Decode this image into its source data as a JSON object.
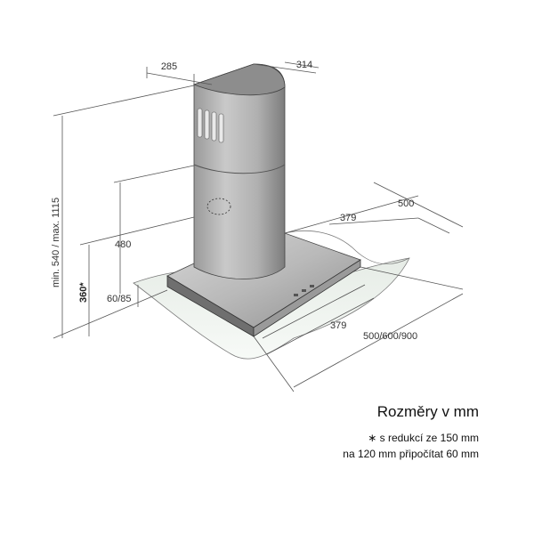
{
  "dimensions": {
    "top_width": "285",
    "top_depth": "314",
    "height_range": "min. 540 / max. 1115",
    "reduced_height": "360*",
    "chimney_lower": "480",
    "canopy_edge": "60/85",
    "canopy_depth": "500",
    "canopy_inner_depth": "379",
    "front_inner_width": "379",
    "front_width": "500/600/900"
  },
  "caption": {
    "title": "Rozměry v mm",
    "note_line1": "∗ s redukcí ze 150 mm",
    "note_line2": "na 120 mm připočítat 60 mm"
  }
}
